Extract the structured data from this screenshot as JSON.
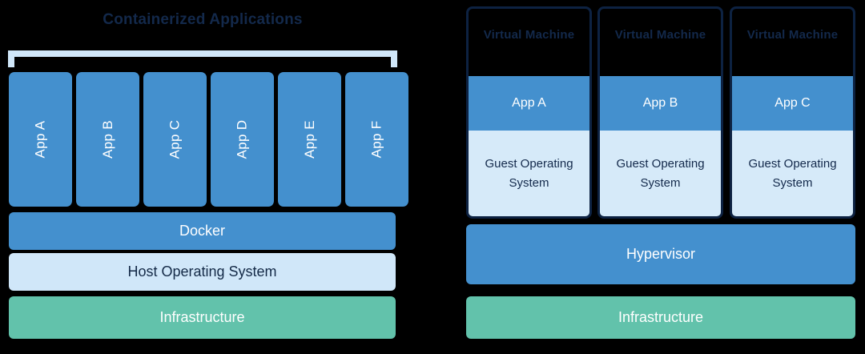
{
  "colors": {
    "blue": "#4490ce",
    "light_blue": "#d0e7f9",
    "green": "#62c2ab",
    "navy": "#13294b",
    "border_navy": "#0d2242",
    "background": "#000000"
  },
  "left_panel": {
    "title": "Containerized Applications",
    "apps": [
      {
        "label": "App A"
      },
      {
        "label": "App B"
      },
      {
        "label": "App C"
      },
      {
        "label": "App D"
      },
      {
        "label": "App E"
      },
      {
        "label": "App F"
      }
    ],
    "layers": [
      {
        "label": "Docker",
        "color": "blue"
      },
      {
        "label": "Host Operating System",
        "color": "light_blue"
      },
      {
        "label": "Infrastructure",
        "color": "green"
      }
    ]
  },
  "right_panel": {
    "vms": [
      {
        "title": "Virtual Machine",
        "app": "App A",
        "guest_os": "Guest Operating System"
      },
      {
        "title": "Virtual Machine",
        "app": "App B",
        "guest_os": "Guest Operating System"
      },
      {
        "title": "Virtual Machine",
        "app": "App C",
        "guest_os": "Guest Operating System"
      }
    ],
    "layers": [
      {
        "label": "Hypervisor",
        "color": "blue"
      },
      {
        "label": "Infrastructure",
        "color": "green"
      }
    ]
  }
}
